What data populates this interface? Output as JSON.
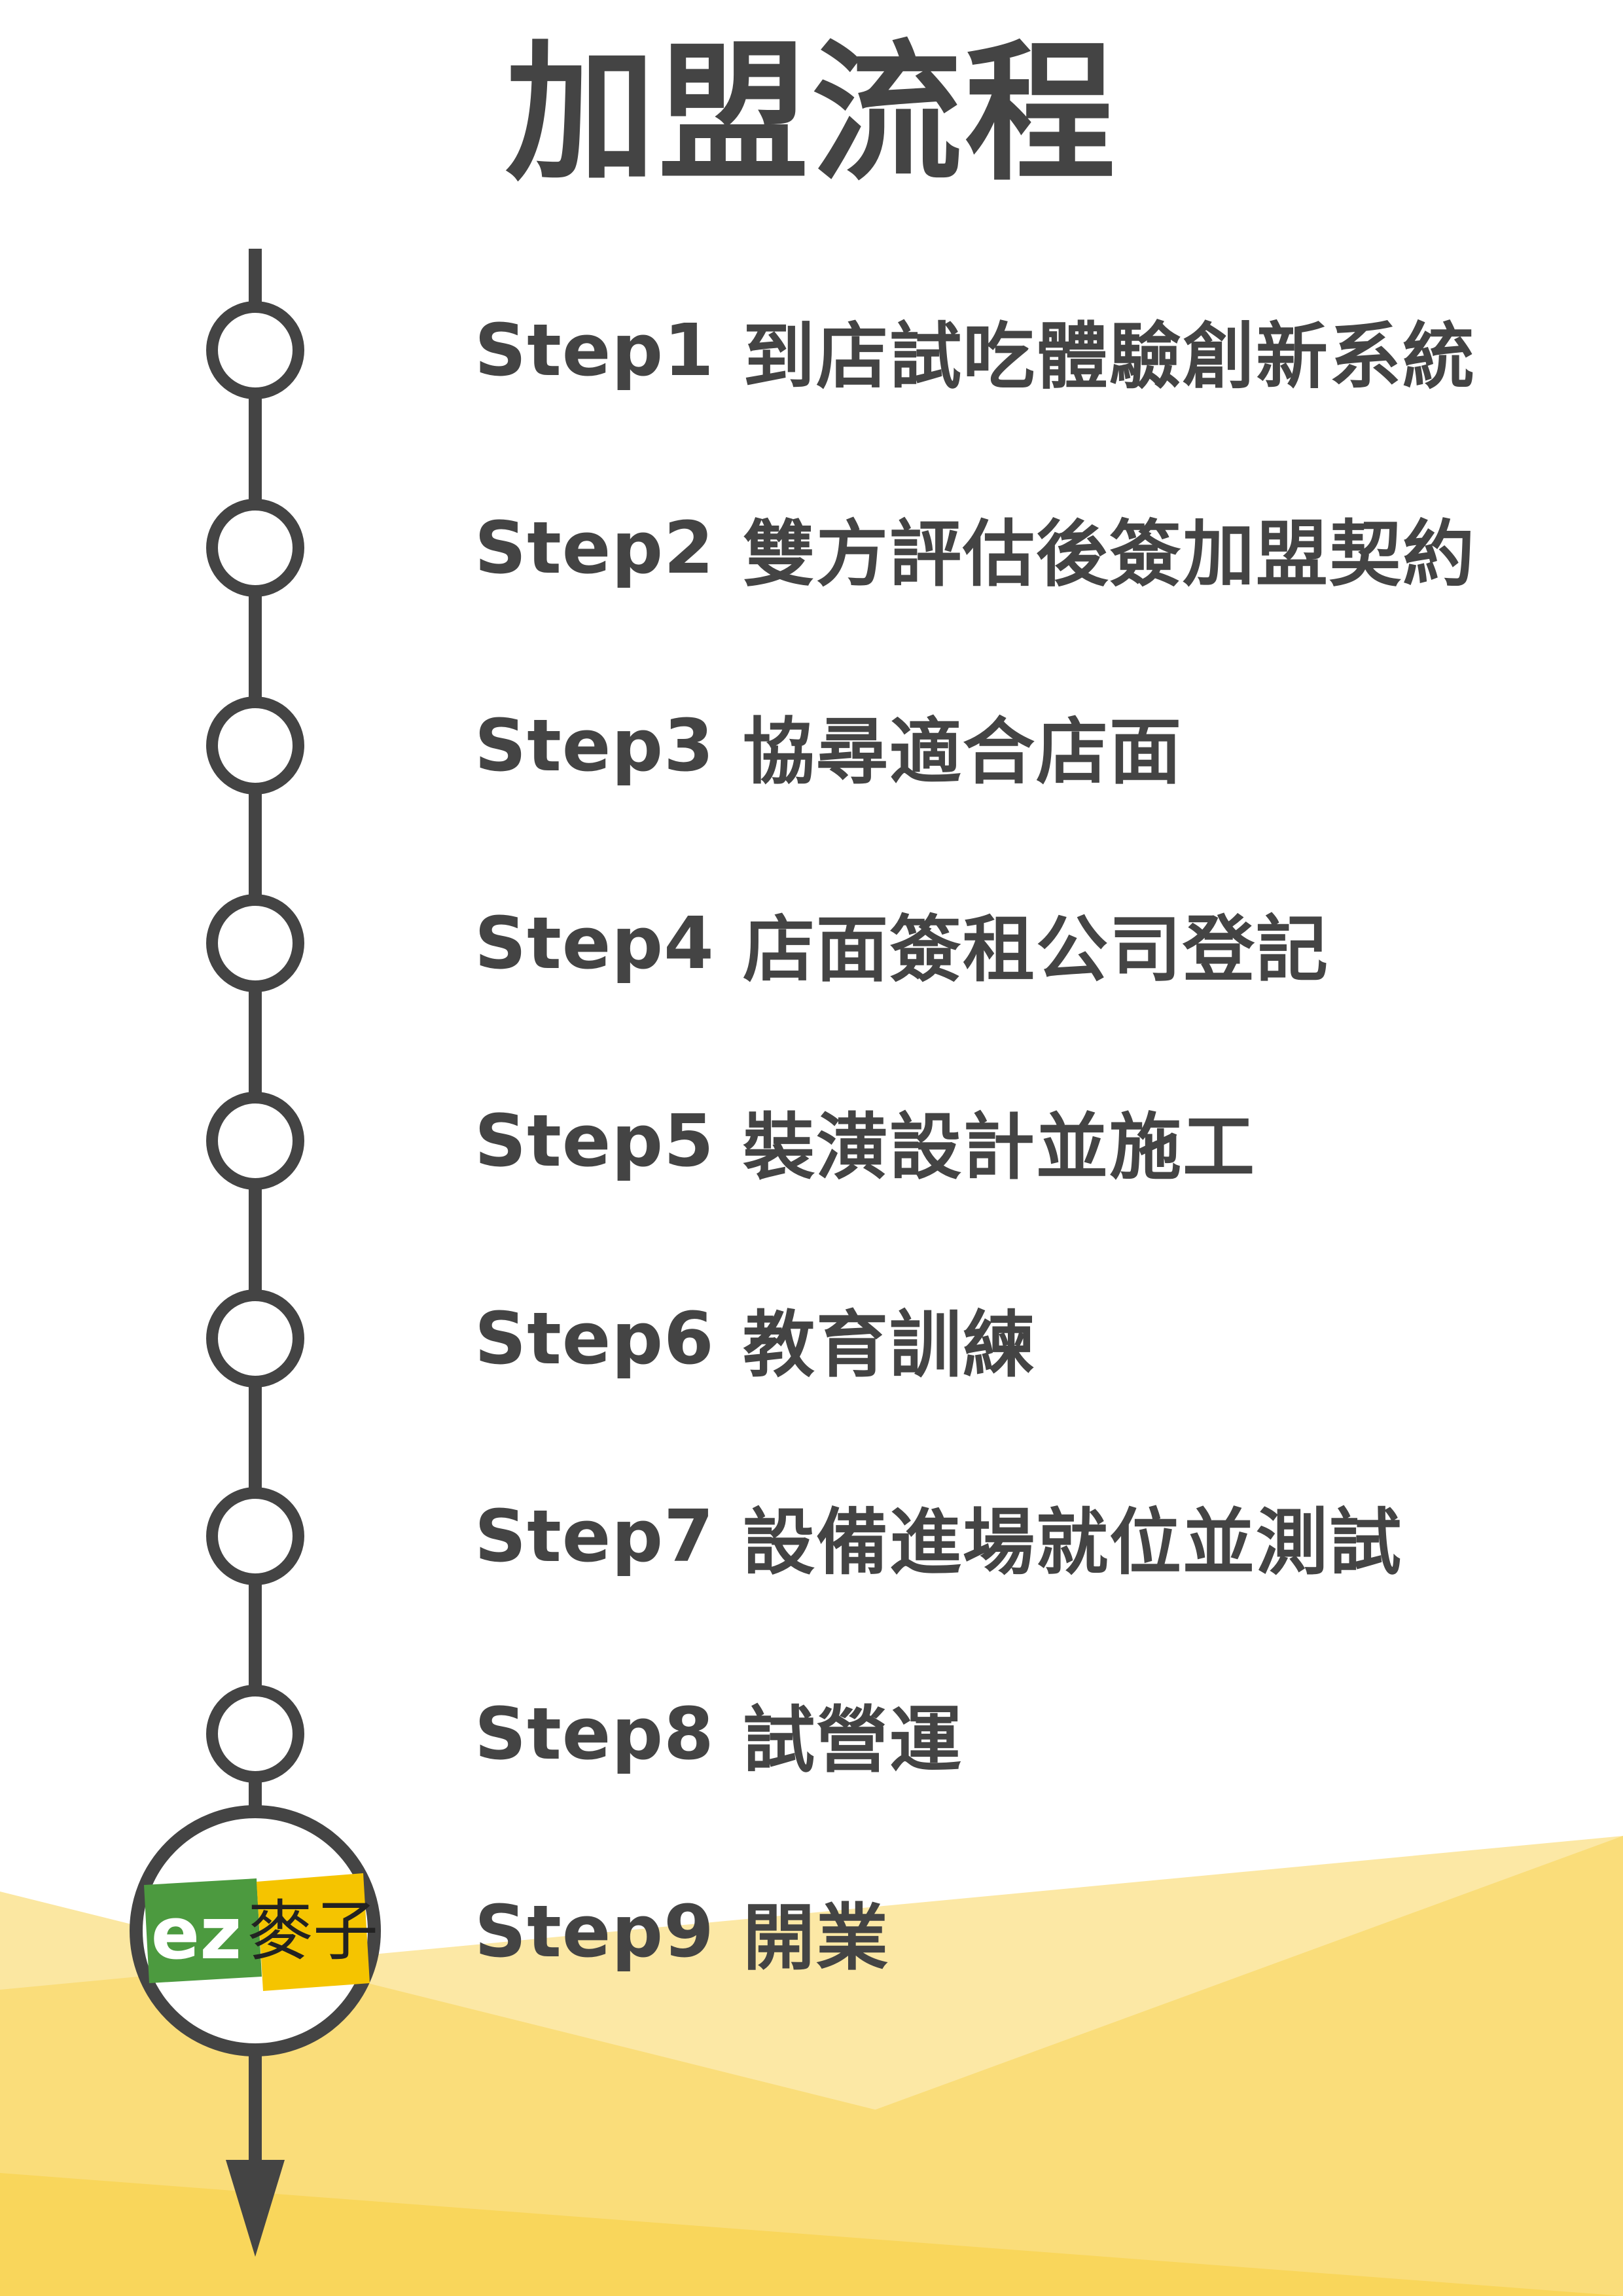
{
  "title": "加盟流程",
  "steps": [
    {
      "label": "Step1",
      "text": "到店試吃體驗創新系統"
    },
    {
      "label": "Step2",
      "text": "雙方評估後簽加盟契約"
    },
    {
      "label": "Step3",
      "text": "協尋適合店面"
    },
    {
      "label": "Step4",
      "text": "店面簽租公司登記"
    },
    {
      "label": "Step5",
      "text": "裝潢設計並施工"
    },
    {
      "label": "Step6",
      "text": "教育訓練"
    },
    {
      "label": "Step7",
      "text": "設備進場就位並測試"
    },
    {
      "label": "Step8",
      "text": "試營運"
    },
    {
      "label": "Step9",
      "text": "開業"
    }
  ],
  "logo": {
    "latin": "ez",
    "chinese": "麥子"
  },
  "colors": {
    "text": "#444444",
    "line": "#444444",
    "yellow_light": "#fbe7a1",
    "yellow_mid": "#f9d65b",
    "logo_green": "#4c9a3f",
    "logo_yellow": "#f5c400"
  }
}
